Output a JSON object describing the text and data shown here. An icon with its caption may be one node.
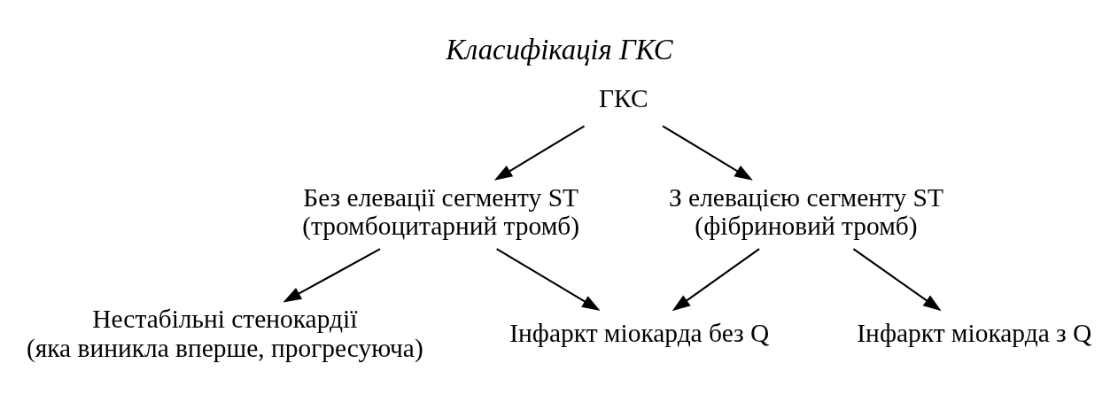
{
  "diagram": {
    "title": "Класифікація ГКС",
    "nodes": [
      {
        "text": [
          "ГКС"
        ]
      },
      {
        "text": [
          "Без елевації сегменту ST",
          "(тромбоцитарний тромб)"
        ]
      },
      {
        "text": [
          "З елевацією сегменту ST",
          "(фібриновий тромб)"
        ]
      },
      {
        "text": [
          "Нестабільні стенокардії",
          "(яка виникла вперше, прогресуюча)"
        ]
      },
      {
        "text": [
          "Інфаркт міокарда без Q"
        ]
      },
      {
        "text": [
          "Інфаркт міокарда з Q"
        ]
      }
    ],
    "edges": [
      {
        "from": 0,
        "to": 1,
        "arrow": "to"
      },
      {
        "from": 0,
        "to": 2,
        "arrow": "to"
      },
      {
        "from": 1,
        "to": 3,
        "arrow": "to"
      },
      {
        "from": 1,
        "to": 4,
        "arrow": "to"
      },
      {
        "from": 2,
        "to": 4,
        "arrow": "to"
      },
      {
        "from": 2,
        "to": 5,
        "arrow": "to"
      }
    ]
  }
}
